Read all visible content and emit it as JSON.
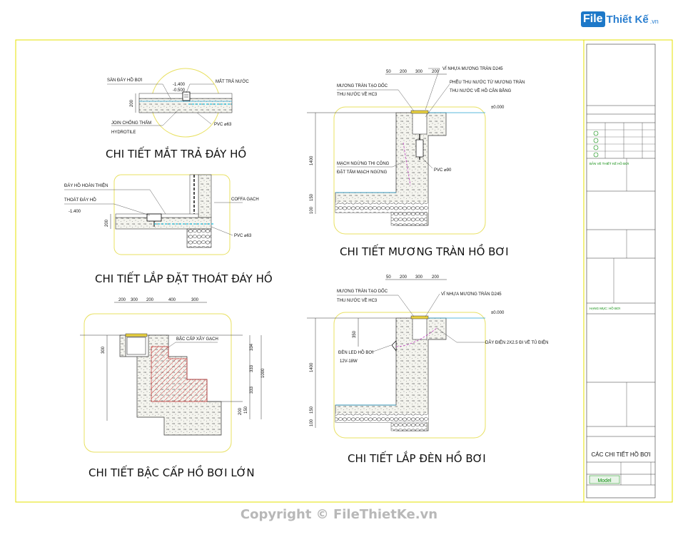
{
  "logo": {
    "file": "File",
    "brand": "Thiết Kế",
    "domain": ".vn"
  },
  "copyright": "Copyright © FileThietKe.vn",
  "details": [
    {
      "title": "CHI TIẾT MẮT TRẢ ĐÁY HỒ",
      "labels": [
        "SÀN ĐÁY HỒ BƠI",
        "MẮT TRẢ NƯỚC",
        "JOIN CHỐNG THẤM",
        "HYDROTILE",
        "PVC ⌀63"
      ],
      "levels": [
        "-1.400",
        "-0.500"
      ],
      "dims": [
        "200"
      ]
    },
    {
      "title": "CHI TIẾT LẮP ĐẶT THOÁT ĐÁY HỒ",
      "labels": [
        "ĐÁY HỒ HOÀN THIỆN",
        "THOÁT ĐÁY HỒ",
        "COFFA GẠCH",
        "PVC ⌀63"
      ],
      "levels": [
        "-1.400"
      ],
      "dims": [
        "200"
      ]
    },
    {
      "title": "CHI TIẾT BẬC CẤP HỒ BƠI LỚN",
      "labels": [
        "BẬC CẤP XÂY GẠCH"
      ],
      "dims_top": [
        "200",
        "300",
        "200",
        "400",
        "300"
      ],
      "dims_right": [
        "334",
        "333",
        "333",
        "1000"
      ],
      "dims_left": [
        "300",
        "150",
        "200"
      ]
    },
    {
      "title": "CHI TIẾT MƯƠNG TRÀN HỒ BƠI",
      "labels": [
        "MƯƠNG TRÀN TẠO DỐC",
        "THU NƯỚC VỀ HC3",
        "VỈ NHỰA MƯƠNG TRÀN D245",
        "PHỄU THU NƯỚC TỪ MƯƠNG TRÀN",
        "THU NƯỚC VỀ HỒ CÂN BẰNG",
        "MẠCH NGỪNG THI CÔNG",
        "ĐẶT TẤM MẠCH NGỪNG",
        "PVC ⌀90"
      ],
      "levels": [
        "±0.000"
      ],
      "dims_top": [
        "50",
        "200",
        "300",
        "200"
      ],
      "dims_left": [
        "1400",
        "150",
        "100"
      ]
    },
    {
      "title": "CHI TIẾT LẮP ĐÈN HỒ BƠI",
      "labels": [
        "MƯƠNG TRÀN TẠO DỐC",
        "THU NƯỚC VỀ HC3",
        "VỈ NHỰA MƯƠNG TRÀN D245",
        "ĐÈN LED HỒ BƠI",
        "12V-18W",
        "DÂY ĐIỆN 2X2.5 ĐI VỀ TỦ ĐIỆN"
      ],
      "levels": [
        "±0.000"
      ],
      "dims_top": [
        "50",
        "200",
        "300",
        "200"
      ],
      "dims_left": [
        "350",
        "1400",
        "150",
        "100"
      ]
    }
  ],
  "title_block": {
    "sheet_title": "CÁC CHI TIẾT HỒ BƠI",
    "tab": "Model",
    "project": "BẢN VẼ THIẾT KẾ HỒ BƠI",
    "item": "HẠNG MỤC: HỒ BƠI"
  }
}
